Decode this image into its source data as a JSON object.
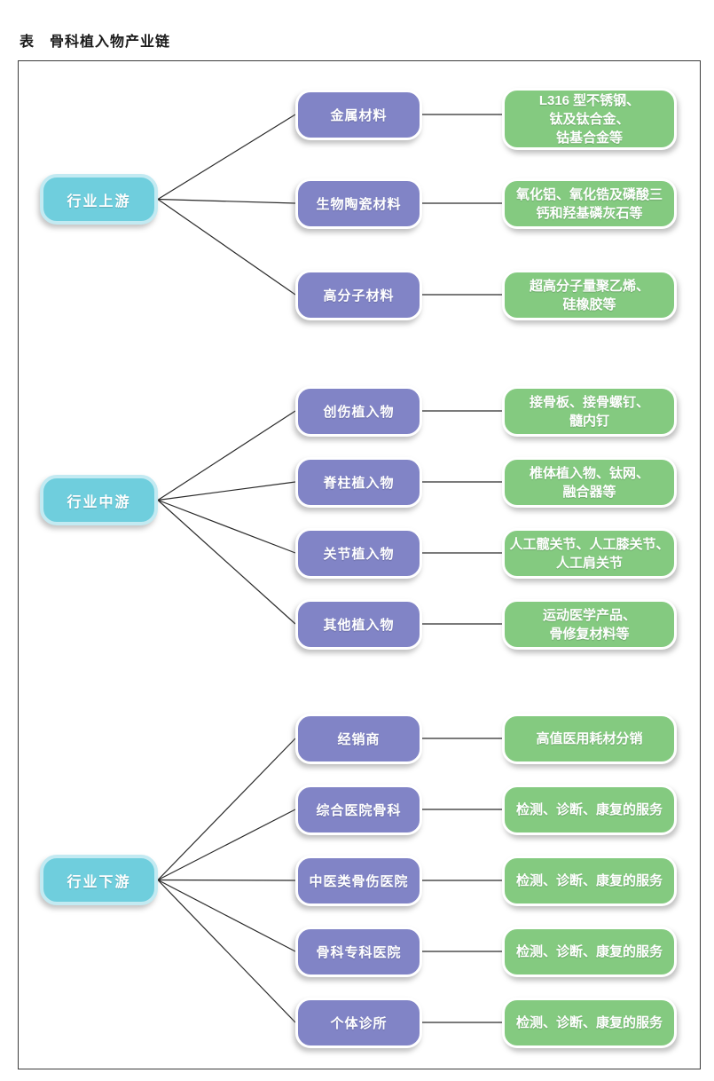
{
  "title": "表　骨科植入物产业链",
  "colors": {
    "hub-fill": "#6fcedd",
    "hub-border": "#c3eaf2",
    "category-fill": "#8184c6",
    "detail-fill": "#84ca80",
    "line-color": "#2a2a2a"
  },
  "sections": [
    {
      "hub": "行业上游",
      "rows": [
        {
          "category": "金属材料",
          "detail": "L316 型不锈钢、\n钛及钛合金、\n钴基合金等"
        },
        {
          "category": "生物陶瓷材料",
          "detail": "氧化铝、氧化锆及磷酸三\n钙和羟基磷灰石等"
        },
        {
          "category": "高分子材料",
          "detail": "超高分子量聚乙烯、\n硅橡胶等"
        }
      ]
    },
    {
      "hub": "行业中游",
      "rows": [
        {
          "category": "创伤植入物",
          "detail": "接骨板、接骨螺钉、\n髓内钉"
        },
        {
          "category": "脊柱植入物",
          "detail": "椎体植入物、钛网、\n融合器等"
        },
        {
          "category": "关节植入物",
          "detail": "人工髋关节、人工膝关节、\n人工肩关节"
        },
        {
          "category": "其他植入物",
          "detail": "运动医学产品、\n骨修复材料等"
        }
      ]
    },
    {
      "hub": "行业下游",
      "rows": [
        {
          "category": "经销商",
          "detail": "高值医用耗材分销"
        },
        {
          "category": "综合医院骨科",
          "detail": "检测、诊断、康复的服务"
        },
        {
          "category": "中医类骨伤医院",
          "detail": "检测、诊断、康复的服务"
        },
        {
          "category": "骨科专科医院",
          "detail": "检测、诊断、康复的服务"
        },
        {
          "category": "个体诊所",
          "detail": "检测、诊断、康复的服务"
        }
      ]
    }
  ]
}
